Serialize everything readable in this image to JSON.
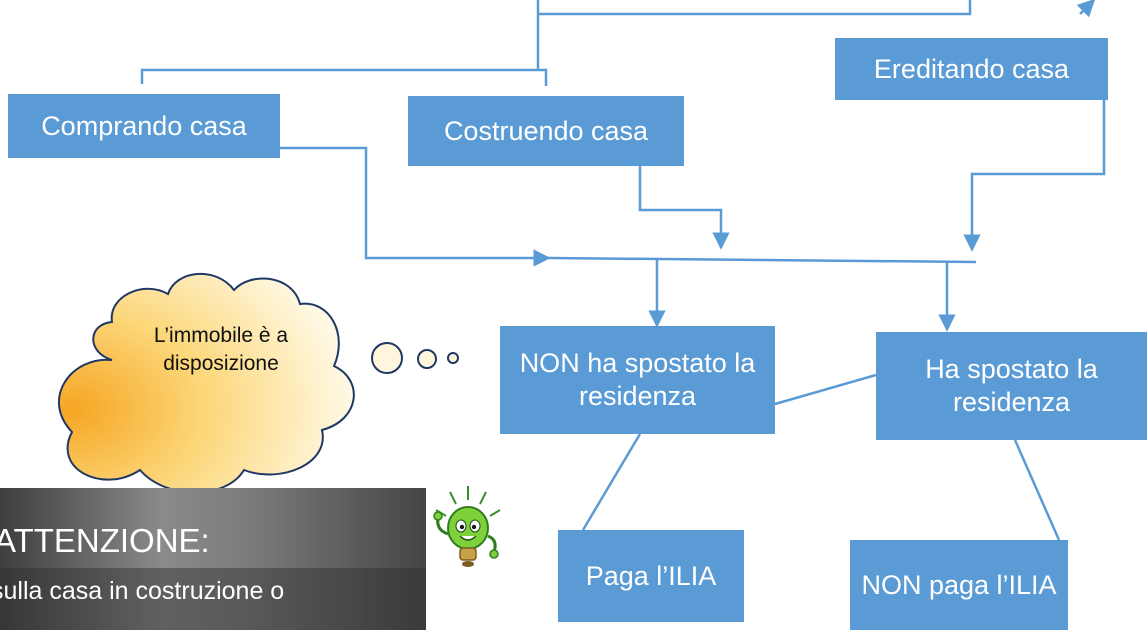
{
  "boxes": {
    "comprando": "Comprando casa",
    "costruendo": "Costruendo casa",
    "ereditando": "Ereditando casa",
    "non_spostato": "NON ha spostato la residenza",
    "spostato": "Ha spostato la residenza",
    "paga": "Paga l’ILIA",
    "non_paga": "NON paga l’ILIA"
  },
  "thought": "L’immobile è a disposizione",
  "attention": {
    "title": "ATTENZIONE:",
    "text": "sulla casa in costruzione o"
  },
  "colors": {
    "box": "#5b9bd5",
    "connector": "#5b9bd5",
    "cloud_start": "#f6a623",
    "cloud_end": "#fffdf2",
    "cloud_outline": "#1f3864",
    "attention_bg": "#7c7c7c"
  },
  "icons": {
    "bulb": "lightbulb-character-icon"
  }
}
